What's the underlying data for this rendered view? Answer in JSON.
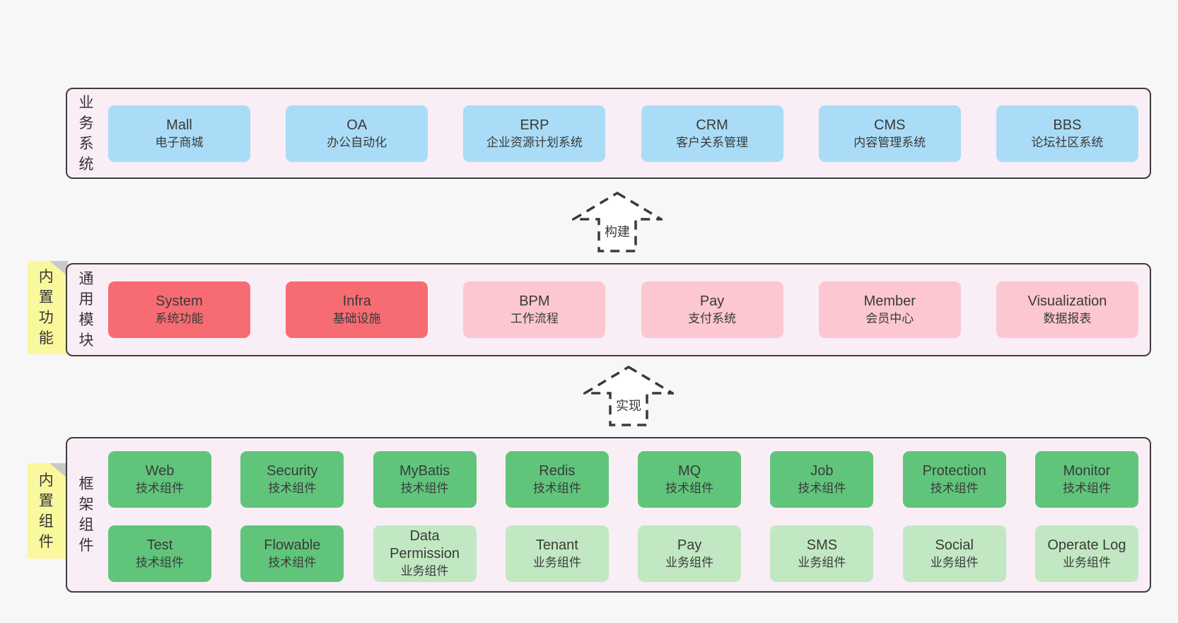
{
  "colors": {
    "page_bg": "#f7f7f7",
    "band_bg": "#f9edf6",
    "band_border": "#3d3d3d",
    "business_box_blue": "#aadcf7",
    "core_module_red": "#f66c72",
    "module_pink": "#fcc7d0",
    "tech_component_green": "#60c57b",
    "biz_component_lightgreen": "#c1e8c3",
    "tab_yellow": "#faf89d",
    "tab_fold_gray": "#c9c9c9",
    "text": "#3a3a3a"
  },
  "arrows": [
    {
      "label": "构建"
    },
    {
      "label": "实现"
    }
  ],
  "bands": [
    {
      "label": "业务系统",
      "boxes": [
        {
          "name": "Mall",
          "desc": "电子商城"
        },
        {
          "name": "OA",
          "desc": "办公自动化"
        },
        {
          "name": "ERP",
          "desc": "企业资源计划系统"
        },
        {
          "name": "CRM",
          "desc": "客户关系管理"
        },
        {
          "name": "CMS",
          "desc": "内容管理系统"
        },
        {
          "name": "BBS",
          "desc": "论坛社区系统"
        }
      ]
    },
    {
      "label": "通用模块",
      "tab": "内置功能",
      "boxes": [
        {
          "name": "System",
          "desc": "系统功能"
        },
        {
          "name": "Infra",
          "desc": "基础设施"
        },
        {
          "name": "BPM",
          "desc": "工作流程"
        },
        {
          "name": "Pay",
          "desc": "支付系统"
        },
        {
          "name": "Member",
          "desc": "会员中心"
        },
        {
          "name": "Visualization",
          "desc": "数据报表"
        }
      ]
    },
    {
      "label": "框架组件",
      "tab": "内置组件",
      "rows": [
        [
          {
            "name": "Web",
            "desc": "技术组件"
          },
          {
            "name": "Security",
            "desc": "技术组件"
          },
          {
            "name": "MyBatis",
            "desc": "技术组件"
          },
          {
            "name": "Redis",
            "desc": "技术组件"
          },
          {
            "name": "MQ",
            "desc": "技术组件"
          },
          {
            "name": "Job",
            "desc": "技术组件"
          },
          {
            "name": "Protection",
            "desc": "技术组件"
          },
          {
            "name": "Monitor",
            "desc": "技术组件"
          }
        ],
        [
          {
            "name": "Test",
            "desc": "技术组件"
          },
          {
            "name": "Flowable",
            "desc": "技术组件"
          },
          {
            "name": "Data Permission",
            "desc": "业务组件"
          },
          {
            "name": "Tenant",
            "desc": "业务组件"
          },
          {
            "name": "Pay",
            "desc": "业务组件"
          },
          {
            "name": "SMS",
            "desc": "业务组件"
          },
          {
            "name": "Social",
            "desc": "业务组件"
          },
          {
            "name": "Operate Log",
            "desc": "业务组件"
          }
        ]
      ]
    }
  ]
}
